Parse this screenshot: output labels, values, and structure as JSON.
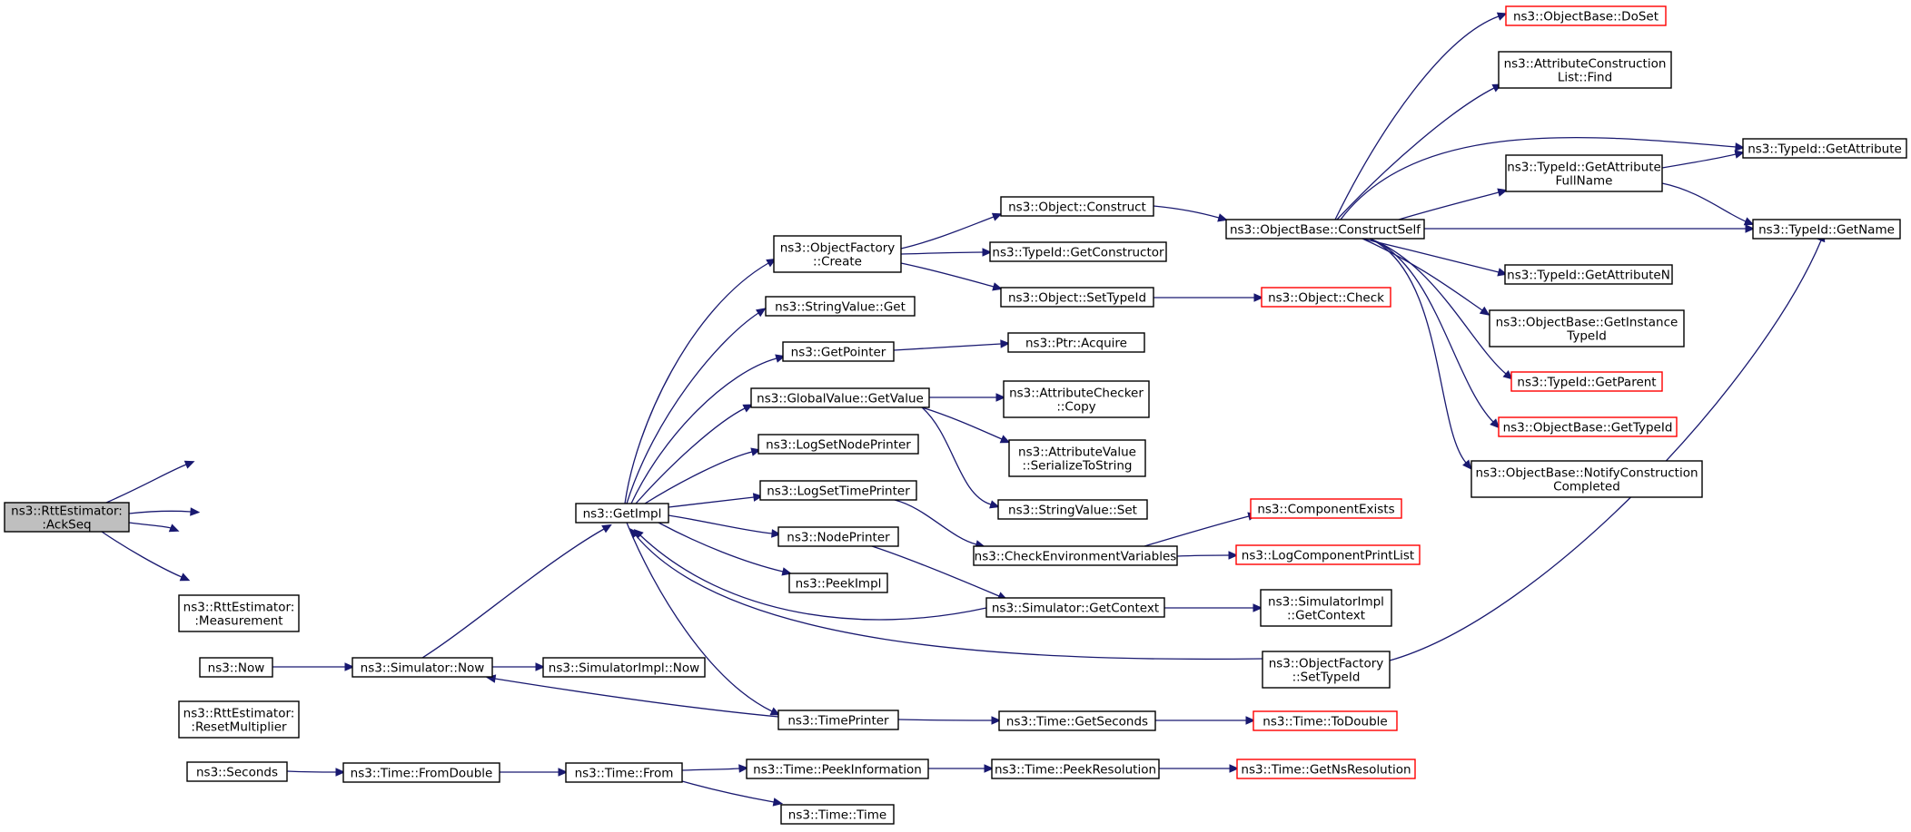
{
  "diagram": {
    "colors": {
      "edge": "#191970",
      "border_normal": "#000000",
      "border_truncated": "#ff0000",
      "fill_root": "#bfbfbf",
      "fill_normal": "#ffffff"
    },
    "nodes": [
      {
        "id": "ackseq",
        "lines": [
          "ns3::RttEstimator:",
          ":AckSeq"
        ],
        "style": "root"
      },
      {
        "id": "measurement",
        "lines": [
          "ns3::RttEstimator:",
          ":Measurement"
        ],
        "style": "normal"
      },
      {
        "id": "now",
        "lines": [
          "ns3::Now"
        ],
        "style": "normal"
      },
      {
        "id": "resetmult",
        "lines": [
          "ns3::RttEstimator:",
          ":ResetMultiplier"
        ],
        "style": "normal"
      },
      {
        "id": "seconds",
        "lines": [
          "ns3::Seconds"
        ],
        "style": "normal"
      },
      {
        "id": "simnow",
        "lines": [
          "ns3::Simulator::Now"
        ],
        "style": "normal"
      },
      {
        "id": "simimplnow",
        "lines": [
          "ns3::SimulatorImpl::Now"
        ],
        "style": "normal"
      },
      {
        "id": "getimpl",
        "lines": [
          "ns3::GetImpl"
        ],
        "style": "normal"
      },
      {
        "id": "fromdouble",
        "lines": [
          "ns3::Time::FromDouble"
        ],
        "style": "normal"
      },
      {
        "id": "timefrom",
        "lines": [
          "ns3::Time::From"
        ],
        "style": "normal"
      },
      {
        "id": "peekinfo",
        "lines": [
          "ns3::Time::PeekInformation"
        ],
        "style": "normal"
      },
      {
        "id": "timetime",
        "lines": [
          "ns3::Time::Time"
        ],
        "style": "normal"
      },
      {
        "id": "peekres",
        "lines": [
          "ns3::Time::PeekResolution"
        ],
        "style": "normal"
      },
      {
        "id": "getnsres",
        "lines": [
          "ns3::Time::GetNsResolution"
        ],
        "style": "truncated"
      },
      {
        "id": "ofcreate",
        "lines": [
          "ns3::ObjectFactory",
          "::Create"
        ],
        "style": "normal"
      },
      {
        "id": "strget",
        "lines": [
          "ns3::StringValue::Get"
        ],
        "style": "normal"
      },
      {
        "id": "getpointer",
        "lines": [
          "ns3::GetPointer"
        ],
        "style": "normal"
      },
      {
        "id": "gvgetvalue",
        "lines": [
          "ns3::GlobalValue::GetValue"
        ],
        "style": "normal"
      },
      {
        "id": "lognode",
        "lines": [
          "ns3::LogSetNodePrinter"
        ],
        "style": "normal"
      },
      {
        "id": "logtime",
        "lines": [
          "ns3::LogSetTimePrinter"
        ],
        "style": "normal"
      },
      {
        "id": "nodeprinter",
        "lines": [
          "ns3::NodePrinter"
        ],
        "style": "normal"
      },
      {
        "id": "peekimpl",
        "lines": [
          "ns3::PeekImpl"
        ],
        "style": "normal"
      },
      {
        "id": "timeprinter",
        "lines": [
          "ns3::TimePrinter"
        ],
        "style": "normal"
      },
      {
        "id": "objconstruct",
        "lines": [
          "ns3::Object::Construct"
        ],
        "style": "normal"
      },
      {
        "id": "getconstructor",
        "lines": [
          "ns3::TypeId::GetConstructor"
        ],
        "style": "normal"
      },
      {
        "id": "settypeid",
        "lines": [
          "ns3::Object::SetTypeId"
        ],
        "style": "normal"
      },
      {
        "id": "ptracquire",
        "lines": [
          "ns3::Ptr::Acquire"
        ],
        "style": "normal"
      },
      {
        "id": "accopy",
        "lines": [
          "ns3::AttributeChecker",
          "::Copy"
        ],
        "style": "normal"
      },
      {
        "id": "avser",
        "lines": [
          "ns3::AttributeValue",
          "::SerializeToString"
        ],
        "style": "normal"
      },
      {
        "id": "strset",
        "lines": [
          "ns3::StringValue::Set"
        ],
        "style": "normal"
      },
      {
        "id": "checkenv",
        "lines": [
          "ns3::CheckEnvironmentVariables"
        ],
        "style": "normal"
      },
      {
        "id": "simgetctx",
        "lines": [
          "ns3::Simulator::GetContext"
        ],
        "style": "normal"
      },
      {
        "id": "ofsettypeid",
        "lines": [
          "ns3::ObjectFactory",
          "::SetTypeId"
        ],
        "style": "normal"
      },
      {
        "id": "getseconds",
        "lines": [
          "ns3::Time::GetSeconds"
        ],
        "style": "normal"
      },
      {
        "id": "todouble",
        "lines": [
          "ns3::Time::ToDouble"
        ],
        "style": "truncated"
      },
      {
        "id": "constructself",
        "lines": [
          "ns3::ObjectBase::ConstructSelf"
        ],
        "style": "normal"
      },
      {
        "id": "objcheck",
        "lines": [
          "ns3::Object::Check"
        ],
        "style": "truncated"
      },
      {
        "id": "compexists",
        "lines": [
          "ns3::ComponentExists"
        ],
        "style": "truncated"
      },
      {
        "id": "logcomplist",
        "lines": [
          "ns3::LogComponentPrintList"
        ],
        "style": "truncated"
      },
      {
        "id": "simimplctx",
        "lines": [
          "ns3::SimulatorImpl",
          "::GetContext"
        ],
        "style": "normal"
      },
      {
        "id": "doset",
        "lines": [
          "ns3::ObjectBase::DoSet"
        ],
        "style": "truncated"
      },
      {
        "id": "aclfind",
        "lines": [
          "ns3::AttributeConstruction",
          "List::Find"
        ],
        "style": "normal"
      },
      {
        "id": "getattrfull",
        "lines": [
          "ns3::TypeId::GetAttribute",
          "FullName"
        ],
        "style": "normal"
      },
      {
        "id": "getattrn",
        "lines": [
          "ns3::TypeId::GetAttributeN"
        ],
        "style": "normal"
      },
      {
        "id": "getinsttid",
        "lines": [
          "ns3::ObjectBase::GetInstance",
          "TypeId"
        ],
        "style": "normal"
      },
      {
        "id": "getparent",
        "lines": [
          "ns3::TypeId::GetParent"
        ],
        "style": "truncated"
      },
      {
        "id": "obgettypeid",
        "lines": [
          "ns3::ObjectBase::GetTypeId"
        ],
        "style": "truncated"
      },
      {
        "id": "notifyconst",
        "lines": [
          "ns3::ObjectBase::NotifyConstruction",
          "Completed"
        ],
        "style": "normal"
      },
      {
        "id": "getattribute",
        "lines": [
          "ns3::TypeId::GetAttribute"
        ],
        "style": "normal"
      },
      {
        "id": "getname",
        "lines": [
          "ns3::TypeId::GetName"
        ],
        "style": "normal"
      }
    ],
    "edges": [
      [
        "ackseq",
        "measurement"
      ],
      [
        "ackseq",
        "now"
      ],
      [
        "ackseq",
        "resetmult"
      ],
      [
        "ackseq",
        "seconds"
      ],
      [
        "now",
        "simnow"
      ],
      [
        "simnow",
        "simimplnow"
      ],
      [
        "simnow",
        "getimpl"
      ],
      [
        "seconds",
        "fromdouble"
      ],
      [
        "fromdouble",
        "timefrom"
      ],
      [
        "timefrom",
        "peekinfo"
      ],
      [
        "timefrom",
        "timetime"
      ],
      [
        "peekinfo",
        "peekres"
      ],
      [
        "peekres",
        "getnsres"
      ],
      [
        "getimpl",
        "ofcreate"
      ],
      [
        "getimpl",
        "strget"
      ],
      [
        "getimpl",
        "getpointer"
      ],
      [
        "getimpl",
        "gvgetvalue"
      ],
      [
        "getimpl",
        "lognode"
      ],
      [
        "getimpl",
        "logtime"
      ],
      [
        "getimpl",
        "nodeprinter"
      ],
      [
        "getimpl",
        "peekimpl"
      ],
      [
        "getimpl",
        "timeprinter"
      ],
      [
        "simgetctx",
        "getimpl"
      ],
      [
        "ofsettypeid",
        "getimpl"
      ],
      [
        "timeprinter",
        "simnow"
      ],
      [
        "ofcreate",
        "objconstruct"
      ],
      [
        "ofcreate",
        "getconstructor"
      ],
      [
        "ofcreate",
        "settypeid"
      ],
      [
        "getpointer",
        "ptracquire"
      ],
      [
        "gvgetvalue",
        "accopy"
      ],
      [
        "gvgetvalue",
        "avser"
      ],
      [
        "gvgetvalue",
        "strset"
      ],
      [
        "logtime",
        "checkenv"
      ],
      [
        "nodeprinter",
        "simgetctx"
      ],
      [
        "timeprinter",
        "getseconds"
      ],
      [
        "getseconds",
        "todouble"
      ],
      [
        "objconstruct",
        "constructself"
      ],
      [
        "settypeid",
        "objcheck"
      ],
      [
        "checkenv",
        "compexists"
      ],
      [
        "checkenv",
        "logcomplist"
      ],
      [
        "simgetctx",
        "simimplctx"
      ],
      [
        "ofsettypeid",
        "getname"
      ],
      [
        "constructself",
        "doset"
      ],
      [
        "constructself",
        "aclfind"
      ],
      [
        "constructself",
        "getattribute"
      ],
      [
        "constructself",
        "getattrfull"
      ],
      [
        "constructself",
        "getname"
      ],
      [
        "constructself",
        "getattrn"
      ],
      [
        "constructself",
        "getinsttid"
      ],
      [
        "constructself",
        "getparent"
      ],
      [
        "constructself",
        "obgettypeid"
      ],
      [
        "constructself",
        "notifyconst"
      ],
      [
        "getattrfull",
        "getattribute"
      ],
      [
        "getattrfull",
        "getname"
      ]
    ]
  }
}
